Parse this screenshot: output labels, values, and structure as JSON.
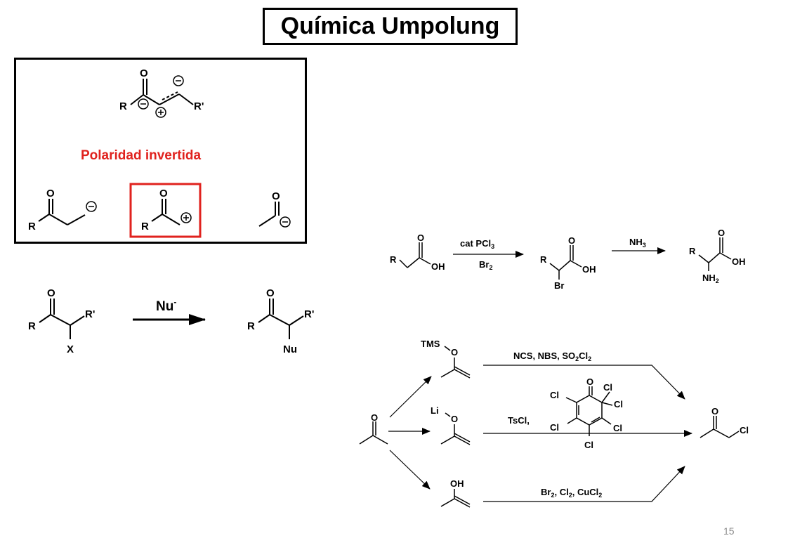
{
  "title": "Química Umpolung",
  "polarity_box": {
    "heading": "Polaridad invertida",
    "heading_color": "#e0221e",
    "highlight_color": "#e0221e"
  },
  "labels": {
    "R": "R",
    "R_prime": "R'",
    "O": "O",
    "OH": "OH",
    "X": "X",
    "Nu": "Nu",
    "Br": "Br",
    "Cl": "Cl",
    "TMS": "TMS",
    "Li": "Li",
    "minus": "−",
    "plus": "+"
  },
  "alpha_substitution": {
    "reagent": "Nu",
    "reagent_charge": "-"
  },
  "hvz": {
    "reagent_top_prefix": "cat PCl",
    "reagent_top_sub": "3",
    "reagent_bottom": "Br",
    "reagent_bottom_sub": "2",
    "step2_reagent": "NH",
    "step2_sub": "3",
    "product_amine": "NH",
    "product_amine_sub": "2"
  },
  "chlorination": {
    "top_reagents_text": "NCS, NBS, SO",
    "top_reagents_sub1": "2",
    "top_reagents_cl": "Cl",
    "top_reagents_sub2": "2",
    "middle_reagent": "TsCl,",
    "bottom_reagent_br": "Br",
    "bottom_reagent_cl": ", Cl",
    "bottom_reagent_cucl": ", CuCl",
    "sub2": "2",
    "comma": ","
  },
  "page_number": "15"
}
